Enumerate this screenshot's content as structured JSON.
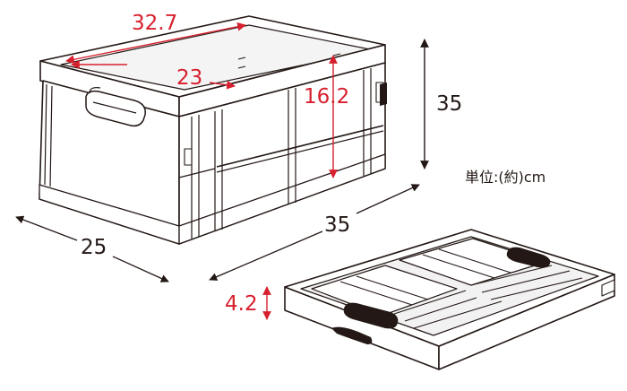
{
  "colors": {
    "outline": "#231815",
    "measure_red": "#d7202e",
    "body_fill": "#ffffff",
    "shade": "#e9e9e9",
    "handle_fill": "#231815"
  },
  "labels": {
    "inner_length": "32.7",
    "inner_width": "23",
    "inner_height": "16.2",
    "outer_height": "35",
    "outer_length": "35",
    "outer_width": "25",
    "folded_height": "4.2",
    "unit_note": "単位:(約)cm"
  },
  "illustrations": {
    "open_crate": "open-folding-crate",
    "folded_crate": "folded-crate"
  }
}
